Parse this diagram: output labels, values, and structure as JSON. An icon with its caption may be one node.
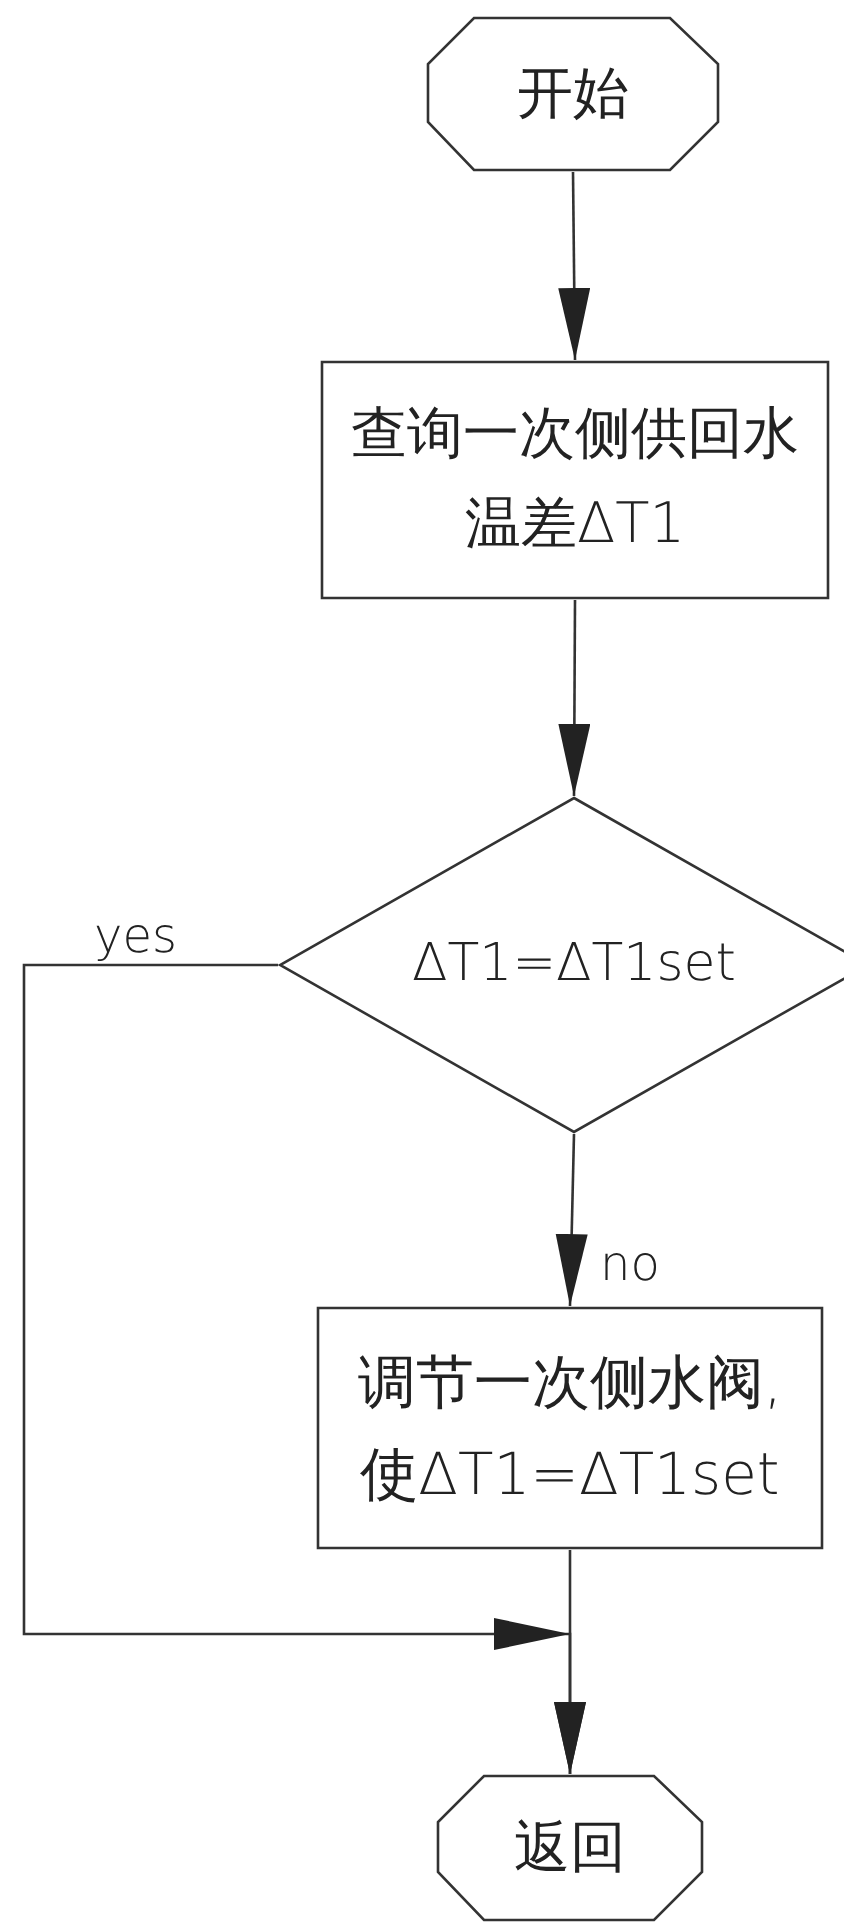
{
  "diagram": {
    "nodes": [
      {
        "text": [
          "开始"
        ]
      },
      {
        "text": [
          "查询一次侧供回水温差ΔT1"
        ]
      },
      {
        "text": [
          "ΔT1=ΔT1set"
        ]
      },
      {
        "text": [
          "调节一次侧水阀,使ΔT1=ΔT1set"
        ]
      },
      {
        "text": [
          "返回"
        ]
      }
    ],
    "edges": [
      {
        "from": 0,
        "to": 1,
        "arrow": "to"
      },
      {
        "from": 1,
        "to": 2,
        "arrow": "to"
      },
      {
        "from": 2,
        "to": 3,
        "arrow": "to",
        "label": "no"
      },
      {
        "from": 3,
        "to": 4,
        "arrow": "to"
      },
      {
        "from": 2,
        "to": 4,
        "arrow": "to",
        "label": "yes"
      }
    ]
  }
}
